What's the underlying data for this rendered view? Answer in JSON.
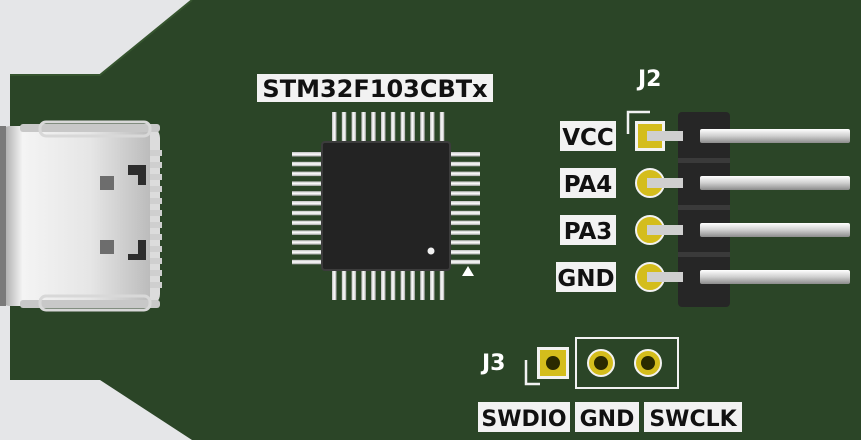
{
  "colors": {
    "background": "#e5e6e8",
    "board": "#2b4527",
    "silkscreen": "#f2f2f2",
    "copper": "#c9b21c",
    "chip": "#232323"
  },
  "chip": {
    "label": "STM32F103CBTx"
  },
  "j2": {
    "ref": "J2",
    "pins": [
      "VCC",
      "PA4",
      "PA3",
      "GND"
    ]
  },
  "j3": {
    "ref": "J3",
    "pins": [
      "SWDIO",
      "GND",
      "SWCLK"
    ]
  },
  "icons": {
    "usb_connector": "usb-c-connector",
    "pin1_marker": "triangle-marker"
  }
}
